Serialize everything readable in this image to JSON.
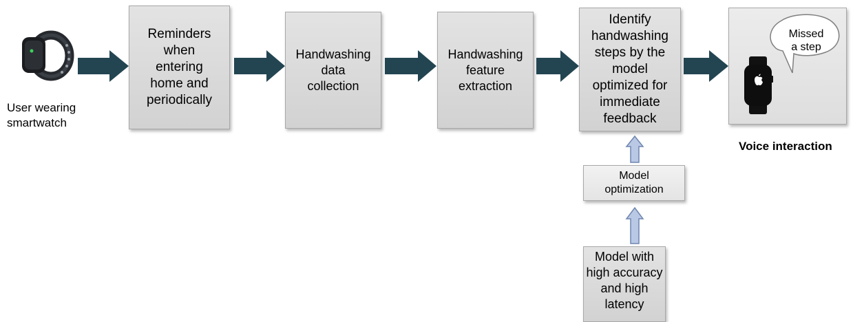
{
  "user": {
    "caption": "User wearing\nsmartwatch"
  },
  "steps": [
    "Reminders\nwhen\nentering\nhome and\nperiodically",
    "Handwashing\ndata\ncollection",
    "Handwashing\nfeature\nextraction",
    "Identify\nhandwashing\nsteps by the\nmodel\noptimized for\nimmediate\nfeedback"
  ],
  "feedback": {
    "bubble_text": "Missed\na step",
    "caption": "Voice interaction"
  },
  "model_optimization": "Model\noptimization",
  "model_source": "Model with\nhigh accuracy\nand high\nlatency",
  "colors": {
    "flow_arrow": "#234552",
    "up_arrow_fill": "#b9c8e4",
    "up_arrow_stroke": "#6f86b0",
    "box_fill": "#dcdcdc"
  }
}
